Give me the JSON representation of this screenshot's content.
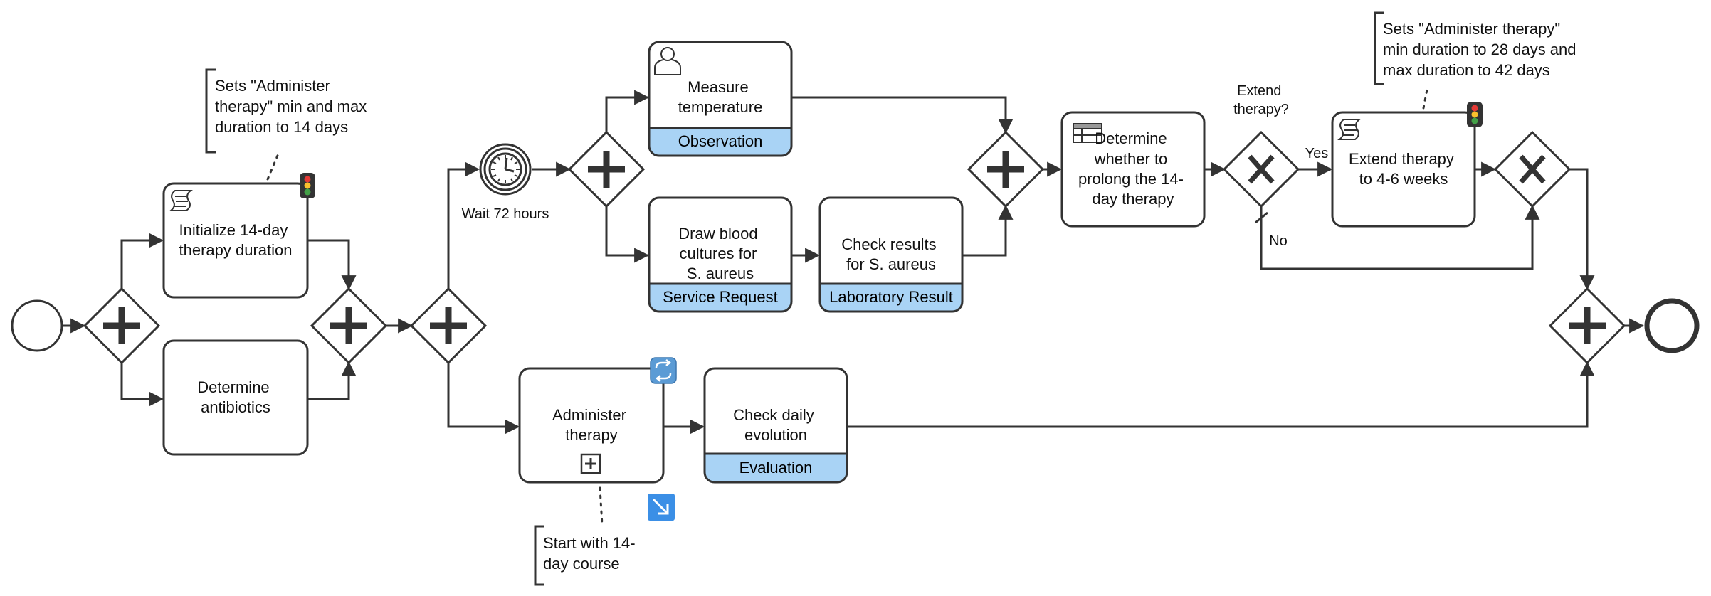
{
  "colors": {
    "stroke": "#333333",
    "band_fill": "#a9d3f5",
    "task_fill": "#ffffff",
    "accent_blue": "#3b8fe6"
  },
  "tasks": {
    "initialize": {
      "lines": [
        "Initialize 14-day",
        "therapy duration"
      ],
      "icon": "script-icon",
      "marker": "traffic-light-icon"
    },
    "determine_antibiotics": {
      "lines": [
        "Determine",
        "antibiotics"
      ]
    },
    "measure_temperature": {
      "lines": [
        "Measure",
        "temperature"
      ],
      "band": "Observation",
      "icon": "user-icon"
    },
    "draw_blood": {
      "lines": [
        "Draw blood",
        "cultures for",
        "S. aureus"
      ],
      "band": "Service Request"
    },
    "check_results": {
      "lines": [
        "Check results",
        "for S. aureus"
      ],
      "band": "Laboratory Result"
    },
    "determine_prolong": {
      "lines": [
        "Determine",
        "whether to",
        "prolong the 14-",
        "day therapy"
      ],
      "icon": "business-rule-icon"
    },
    "extend_therapy": {
      "lines": [
        "Extend therapy",
        "to 4-6 weeks"
      ],
      "icon": "script-icon",
      "marker": "traffic-light-icon"
    },
    "administer_therapy": {
      "lines": [
        "Administer",
        "therapy"
      ],
      "marker": "collapsed-subprocess-icon",
      "badge": "loop-icon",
      "extra": "arrow-down-right-icon"
    },
    "check_daily": {
      "lines": [
        "Check daily",
        "evolution"
      ],
      "band": "Evaluation"
    }
  },
  "events": {
    "timer_label": "Wait 72 hours"
  },
  "gateways": {
    "extend_question": [
      "Extend",
      "therapy?"
    ],
    "yes_label": "Yes",
    "no_label": "No"
  },
  "annotations": {
    "initialize_note": [
      "Sets \"Administer",
      "therapy\" min and max",
      "duration to 14 days"
    ],
    "extend_note": [
      "Sets \"Administer therapy\"",
      "min duration to 28 days and",
      "max duration to 42 days"
    ],
    "administer_note": [
      "Start with 14-",
      "day course"
    ]
  }
}
